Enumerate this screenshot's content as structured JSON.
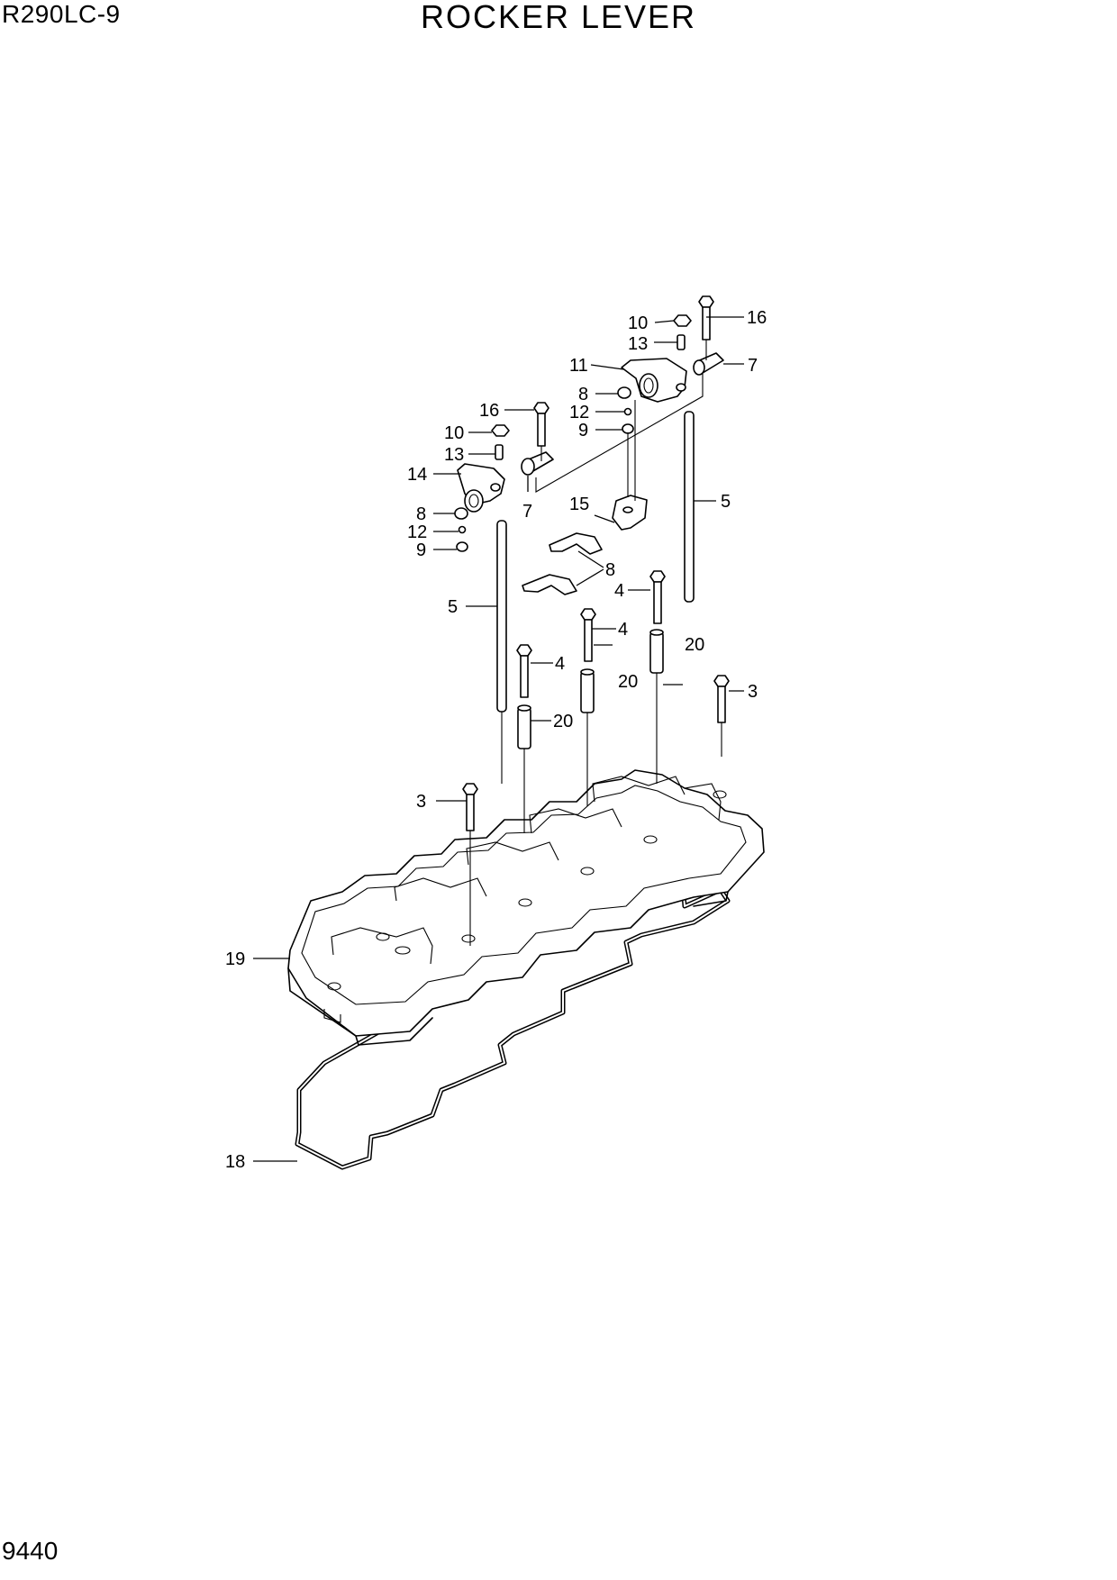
{
  "header": {
    "model": "R290LC-9",
    "title": "ROCKER LEVER"
  },
  "footer": {
    "page_number": "9440"
  },
  "callouts": {
    "c16a": "16",
    "c10a": "10",
    "c13a": "13",
    "c11": "11",
    "c7a": "7",
    "c8a": "8",
    "c12a": "12",
    "c9a": "9",
    "c16b": "16",
    "c10b": "10",
    "c13b": "13",
    "c14": "14",
    "c7b": "7",
    "c8b": "8",
    "c12b": "12",
    "c9b": "9",
    "c15": "15",
    "c5a": "5",
    "c5b": "5",
    "c8c": "8",
    "c4a": "4",
    "c4b": "4",
    "c4c": "4",
    "c20a": "20",
    "c20b": "20",
    "c20c": "20",
    "c3a": "3",
    "c3b": "3",
    "c19": "19",
    "c18": "18"
  }
}
